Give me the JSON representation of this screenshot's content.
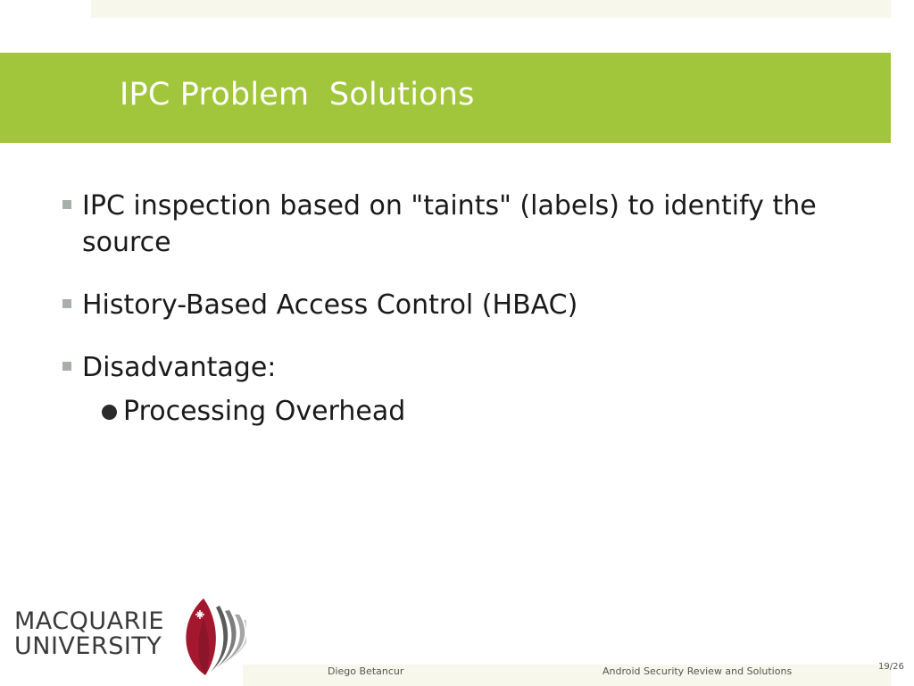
{
  "slide": {
    "title": "IPC Problem  Solutions",
    "bullets": [
      {
        "text": "IPC inspection based on \"taints\" (labels) to identify the source"
      },
      {
        "text": "History-Based Access Control (HBAC)"
      },
      {
        "text": "Disadvantage:",
        "sub_bullets": [
          {
            "text": "Processing Overhead"
          }
        ]
      }
    ]
  },
  "logo": {
    "line1": "MACQUARIE",
    "line2": "UNIVERSITY"
  },
  "footer": {
    "author": "Diego Betancur",
    "presentation_title": "Android Security Review and Solutions",
    "page_number": "19/26"
  },
  "colors": {
    "title_bar": "#a2c63b",
    "band": "#f8f7ec",
    "bullet_marker": "#a8aea8",
    "logo_red": "#a3182f"
  }
}
